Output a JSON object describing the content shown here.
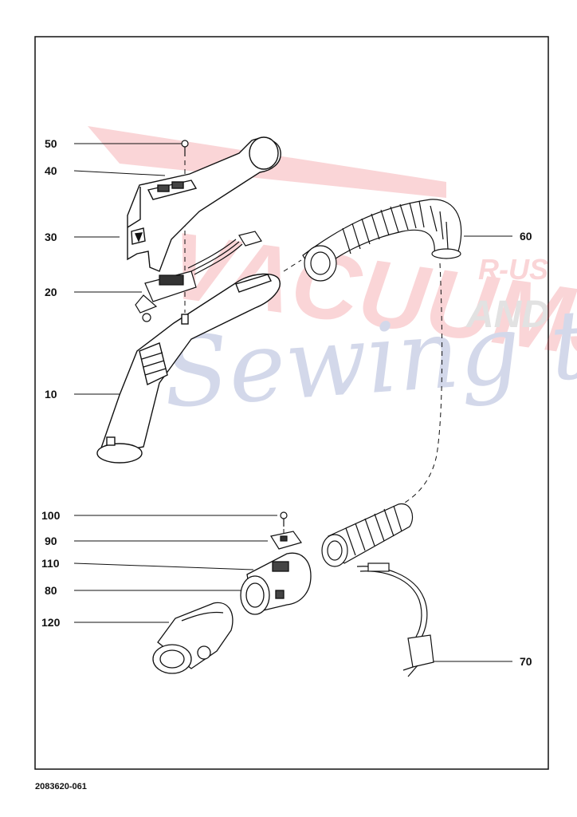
{
  "callouts": [
    {
      "id": "50",
      "label": "50"
    },
    {
      "id": "40",
      "label": "40"
    },
    {
      "id": "30",
      "label": "30"
    },
    {
      "id": "20",
      "label": "20"
    },
    {
      "id": "10",
      "label": "10"
    },
    {
      "id": "60",
      "label": "60"
    },
    {
      "id": "100",
      "label": "100"
    },
    {
      "id": "90",
      "label": "90"
    },
    {
      "id": "110",
      "label": "110"
    },
    {
      "id": "80",
      "label": "80"
    },
    {
      "id": "120",
      "label": "120"
    },
    {
      "id": "70",
      "label": "70"
    }
  ],
  "document_number": "2083620-061",
  "watermark": {
    "brand": "VACUUMS",
    "suffix_1": "R-US",
    "suffix_2": "AND",
    "script_line": "Sewing too",
    "red": "#e8404a",
    "blue": "#3a4fa0"
  },
  "colors": {
    "ink": "#111111",
    "paper": "#ffffff"
  }
}
